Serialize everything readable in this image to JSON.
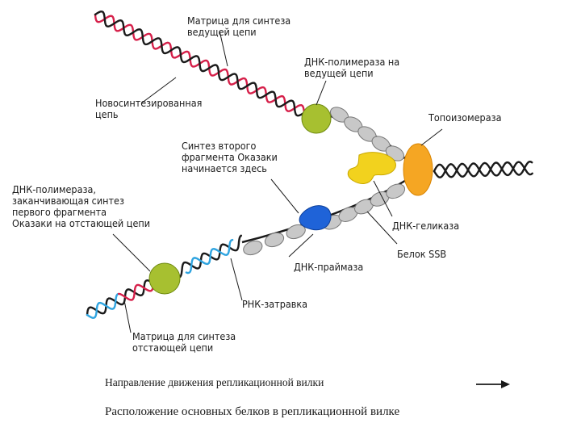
{
  "labels": {
    "leading_template": "Матрица для синтеза\nведущей цепи",
    "polymerase_leading": "ДНК-полимераза на\nведущей цепи",
    "new_strand": "Новосинтезированная\nцепь",
    "topoisomerase": "Топоизомераза",
    "second_okazaki": "Синтез второго\nфрагмента Оказаки\nначинается здесь",
    "polymerase_lagging": "ДНК-полимераза,\nзаканчивающая синтез\nпервого фрагмента\nОказаки на отстающей цепи",
    "helicase": "ДНК-геликаза",
    "ssb": "Белок SSB",
    "primase": "ДНК-праймаза",
    "rna_primer": "РНК-затравка",
    "lagging_template": "Матрица для синтеза\nотстающей цепи"
  },
  "direction_text": "Направление движения репликационной вилки",
  "caption": "Расположение основных белков в репликационной вилке",
  "colors": {
    "polymerase": "#a7c030",
    "topoisomerase": "#f5a623",
    "helicase": "#f2d21e",
    "primase": "#1f63d8",
    "ssb": "#c8c8c8",
    "template_strand": "#1a1a1a",
    "new_strand": "#d6204a",
    "rna_primer": "#2fa4e0"
  }
}
